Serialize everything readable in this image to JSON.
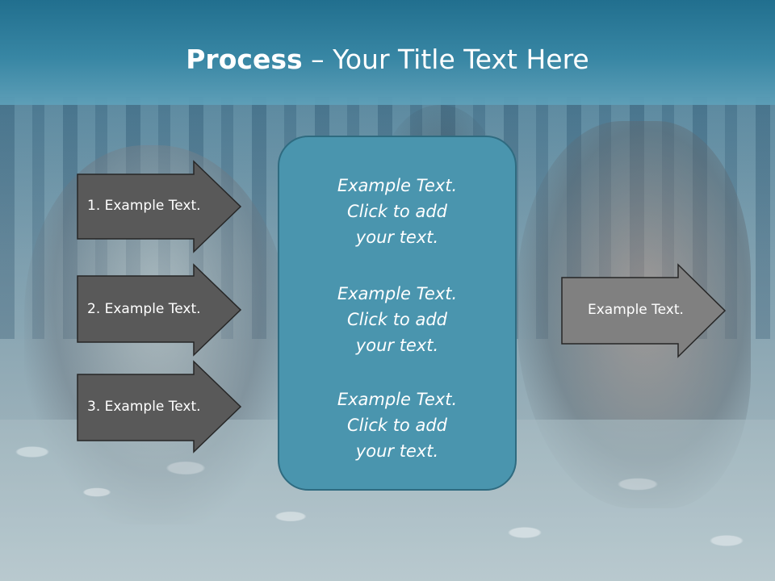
{
  "slide": {
    "title_bold": "Process",
    "title_rest": " – Your Title Text Here",
    "left_arrows": [
      {
        "label": "1. Example Text."
      },
      {
        "label": "2. Example Text."
      },
      {
        "label": "3. Example Text."
      }
    ],
    "center_blocks": [
      {
        "line1": "Example Text.",
        "line2": "Click  to add",
        "line3": "your text."
      },
      {
        "line1": "Example Text.",
        "line2": "Click  to add",
        "line3": "your text."
      },
      {
        "line1": "Example Text.",
        "line2": "Click  to add",
        "line3": "your text."
      }
    ],
    "right_arrow": {
      "label": "Example Text."
    }
  },
  "colors": {
    "title_bar": "#3687a5",
    "left_arrow_fill": "#595959",
    "right_arrow_fill": "#808080",
    "center_box_fill": "#4a95ae",
    "text": "#ffffff"
  }
}
